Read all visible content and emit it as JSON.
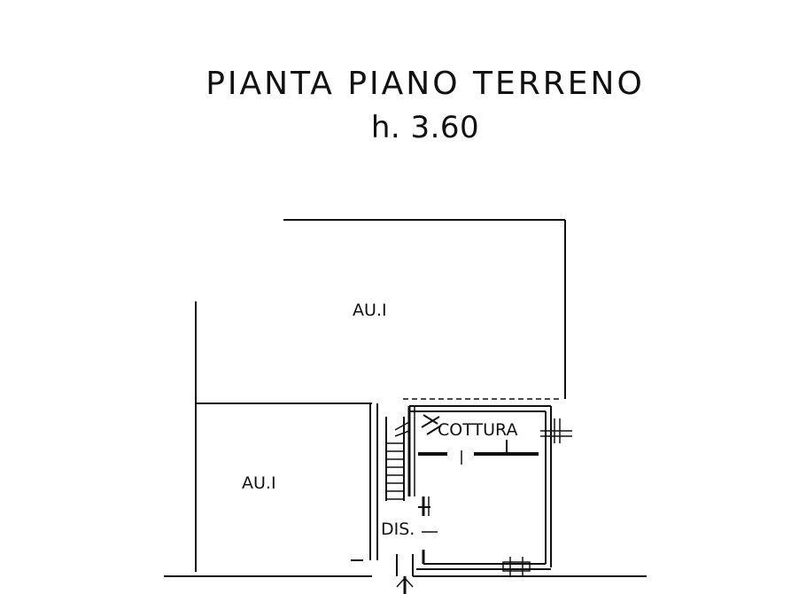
{
  "title": "PIANTA PIANO TERRENO",
  "height_label": "h. 3.60",
  "rooms": [
    {
      "key": "aui_upper",
      "label": "AU.I"
    },
    {
      "key": "aui_lower",
      "label": "AU.I"
    },
    {
      "key": "cottura",
      "label": "COTTURA"
    },
    {
      "key": "dis",
      "label": "DIS."
    }
  ],
  "colors": {
    "line": "#111111",
    "background": "#ffffff"
  }
}
